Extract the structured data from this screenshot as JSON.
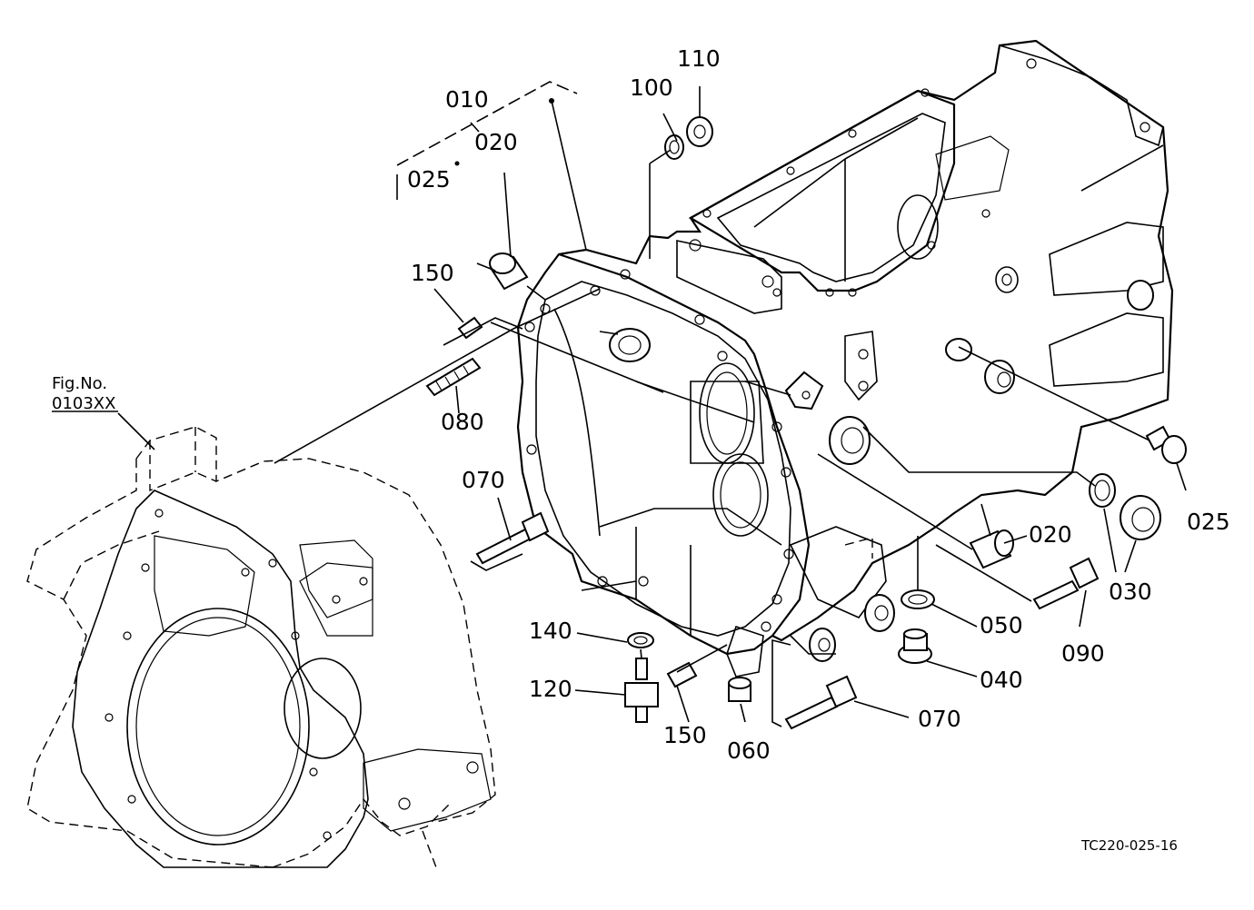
{
  "diagram": {
    "ref_figure": {
      "line1": "Fig.No.",
      "line2": "0103XX"
    },
    "drawing_code": "TC220-025-16",
    "callouts": [
      "010",
      "020",
      "025",
      "100",
      "110",
      "150",
      "080",
      "070",
      "025",
      "030",
      "020",
      "090",
      "050",
      "040",
      "140",
      "120",
      "150",
      "060",
      "070"
    ]
  }
}
